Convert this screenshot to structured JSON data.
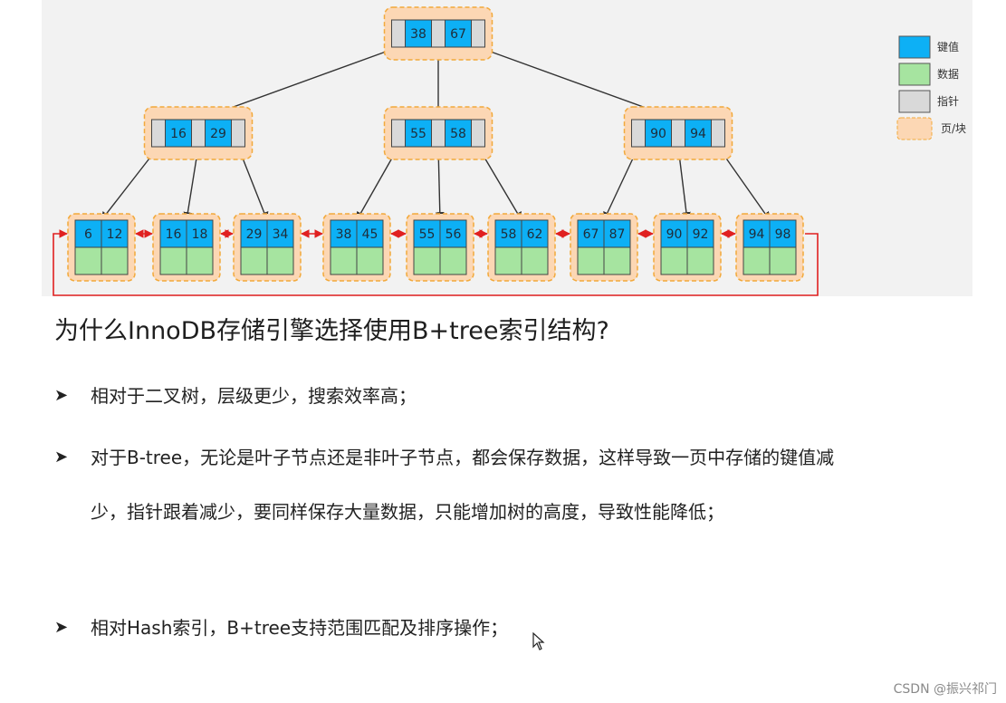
{
  "tree": {
    "root": {
      "keys": [
        "38",
        "67"
      ]
    },
    "internal": [
      {
        "keys": [
          "16",
          "29"
        ]
      },
      {
        "keys": [
          "55",
          "58"
        ]
      },
      {
        "keys": [
          "90",
          "94"
        ]
      }
    ],
    "leaves": [
      {
        "keys": [
          "6",
          "12"
        ]
      },
      {
        "keys": [
          "16",
          "18"
        ]
      },
      {
        "keys": [
          "29",
          "34"
        ]
      },
      {
        "keys": [
          "38",
          "45"
        ]
      },
      {
        "keys": [
          "55",
          "56"
        ]
      },
      {
        "keys": [
          "58",
          "62"
        ]
      },
      {
        "keys": [
          "67",
          "87"
        ]
      },
      {
        "keys": [
          "90",
          "92"
        ]
      },
      {
        "keys": [
          "94",
          "98"
        ]
      }
    ],
    "colors": {
      "key": "#0db0f5",
      "data": "#a6e4a0",
      "pointer": "#d9d9d9",
      "page": "#fcd7b4",
      "page_border": "#f2a93b",
      "leaf_link": "#e02020"
    }
  },
  "legend": {
    "items": [
      {
        "label": "键值",
        "kind": "key"
      },
      {
        "label": "数据",
        "kind": "data"
      },
      {
        "label": "指针",
        "kind": "pointer"
      },
      {
        "label": "页/块",
        "kind": "page"
      }
    ]
  },
  "content": {
    "heading": "为什么InnoDB存储引擎选择使用B+tree索引结构?",
    "bullet_icon": "arrow-bullet-icon",
    "points": [
      {
        "text": "相对于二叉树，层级更少，搜索效率高；"
      },
      {
        "text": "对于B-tree，无论是叶子节点还是非叶子节点，都会保存数据，这样导致一页中存储的键值减少，指针跟着减少，要同样保存大量数据，只能增加树的高度，导致性能降低；"
      },
      {
        "text": "相对Hash索引，B+tree支持范围匹配及排序操作；"
      }
    ]
  },
  "watermark": "CSDN @振兴祁门"
}
